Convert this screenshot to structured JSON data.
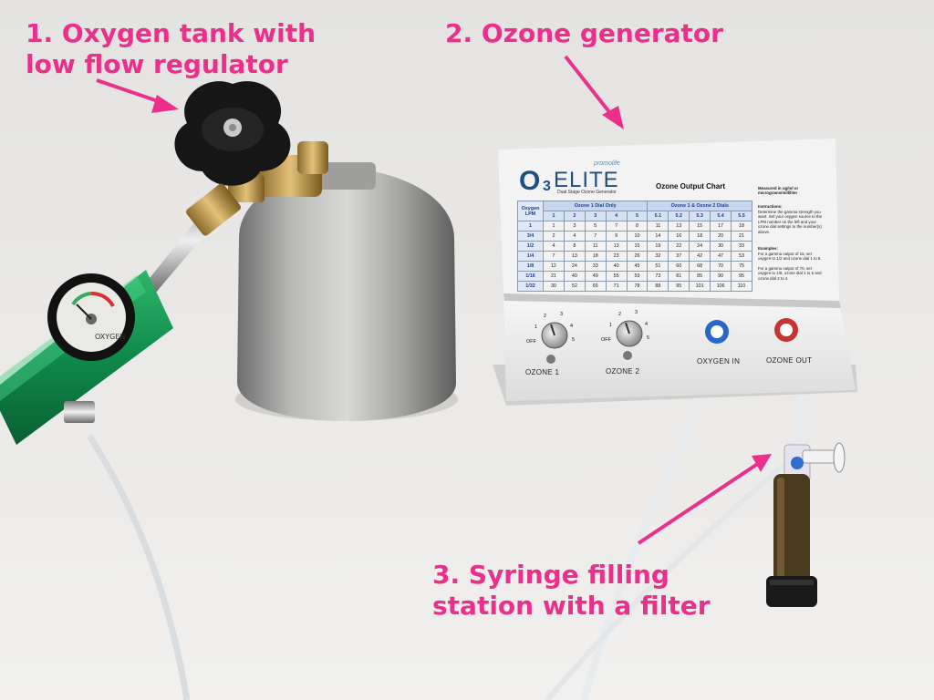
{
  "callouts": {
    "tank": [
      "1. Oxygen tank with",
      "low flow regulator"
    ],
    "generator": [
      "2. Ozone generator"
    ],
    "syringe": [
      "3. Syringe filling",
      "station with a filter"
    ]
  },
  "colors": {
    "callout": "#ec2f8a"
  },
  "panel": {
    "logo_o": "O",
    "logo_3": "3",
    "logo_elite": "ELITE",
    "logo_brand": "promolife",
    "logo_sub": "Dual Stage Ozone Generator",
    "chart_title": "Ozone Output Chart",
    "group1": "Ozone 1 Dial Only",
    "group2": "Ozone 1 & Ozone 2 Dials",
    "lpm_header": "Oxygen LPM",
    "dial_headers": [
      "1",
      "2",
      "3",
      "4",
      "5",
      "5.1",
      "5.2",
      "5.3",
      "5.4",
      "5.5"
    ],
    "rows": [
      {
        "lpm": "1",
        "values": [
          "1",
          "3",
          "5",
          "7",
          "8",
          "11",
          "13",
          "15",
          "17",
          "18"
        ]
      },
      {
        "lpm": "3/4",
        "values": [
          "2",
          "4",
          "7",
          "9",
          "10",
          "14",
          "16",
          "18",
          "20",
          "21"
        ]
      },
      {
        "lpm": "1/2",
        "values": [
          "4",
          "8",
          "11",
          "13",
          "15",
          "19",
          "22",
          "24",
          "30",
          "33"
        ]
      },
      {
        "lpm": "1/4",
        "values": [
          "7",
          "13",
          "18",
          "23",
          "26",
          "32",
          "37",
          "42",
          "47",
          "53"
        ]
      },
      {
        "lpm": "1/8",
        "values": [
          "12",
          "24",
          "33",
          "40",
          "45",
          "51",
          "60",
          "68",
          "70",
          "75"
        ]
      },
      {
        "lpm": "1/16",
        "values": [
          "21",
          "40",
          "49",
          "55",
          "59",
          "73",
          "81",
          "85",
          "90",
          "95"
        ]
      },
      {
        "lpm": "1/32",
        "values": [
          "30",
          "52",
          "65",
          "71",
          "78",
          "88",
          "95",
          "101",
          "106",
          "110"
        ]
      }
    ],
    "measured": "Measured in ug/ml or micrograms/milliliter",
    "instructions_title": "Instructions:",
    "instructions": "Determine the gamma strength you want. Set your oxygen source to the LPM number on the left and your ozone dial settings to the number(s) above.",
    "examples_title": "Examples:",
    "example1": "For a gamma output of 15, set oxygen to 1/2 and ozone dial 1 to 5.",
    "example2": "For a gamma output of 70, set oxygen to 1/8, ozone dial 1 to 5 and ozone dial 2 to 4."
  },
  "knobs": {
    "off": "OFF",
    "ticks": [
      "1",
      "2",
      "3",
      "4",
      "5"
    ],
    "ozone1": "OZONE 1",
    "ozone2": "OZONE 2"
  },
  "ports": {
    "oxygen_in": "OXYGEN IN",
    "ozone_out": "OZONE OUT"
  },
  "regulator": {
    "gauge_label": "OXYGEN"
  }
}
